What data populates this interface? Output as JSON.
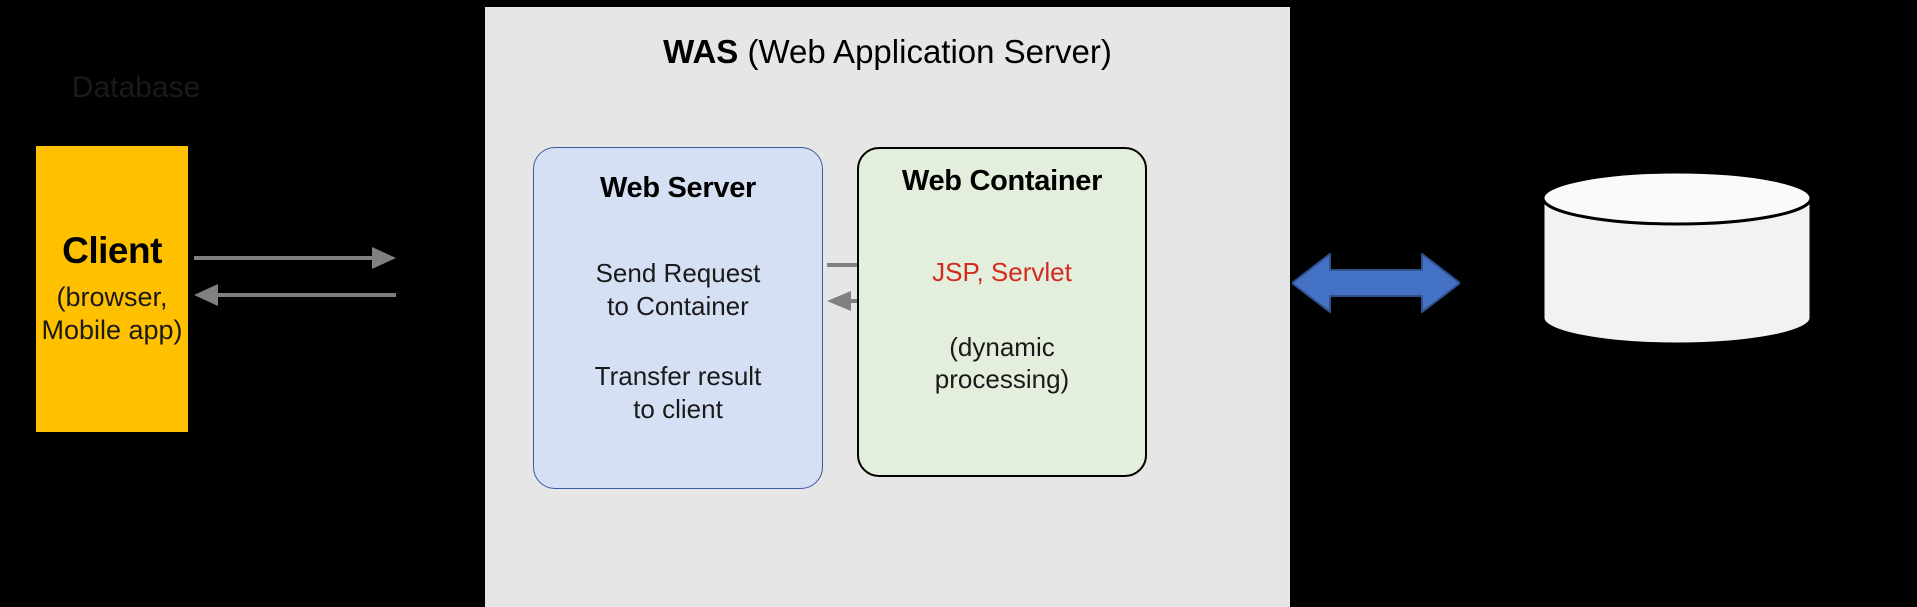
{
  "diagram": {
    "background_color": "#000000",
    "client": {
      "title": "Client",
      "subtitle_line1": "(browser,",
      "subtitle_line2": "Mobile app)",
      "fill_color": "#FFC000"
    },
    "was": {
      "title_bold": "WAS",
      "title_rest": " (Web Application Server)",
      "panel_color": "#E6E6E6",
      "web_server": {
        "title": "Web Server",
        "line1": "Send Request",
        "line2": "to Container",
        "line3": "Transfer result",
        "line4": "to client",
        "fill_color": "#D6E0F5",
        "border_color": "#3A5BA0"
      },
      "web_container": {
        "title": "Web Container",
        "line1": "JSP, Servlet",
        "line1_color": "#D22B21",
        "line2": "(dynamic",
        "line3": "processing)",
        "fill_color": "#E4EEDC",
        "border_color": "#000000"
      }
    },
    "database": {
      "label": "Database",
      "fill_color": "#F2F2F2",
      "border_color": "#000000"
    },
    "connectors": {
      "client_to_server_forward": "client-to-webserver-request-arrow",
      "client_to_server_back": "webserver-to-client-response-arrow",
      "server_to_container_forward": "webserver-to-container-request-arrow",
      "server_to_container_back": "container-to-webserver-response-arrow",
      "container_to_database": "container-to-database-double-arrow",
      "gray_color": "#808080",
      "blue_color": "#4472C4"
    }
  }
}
